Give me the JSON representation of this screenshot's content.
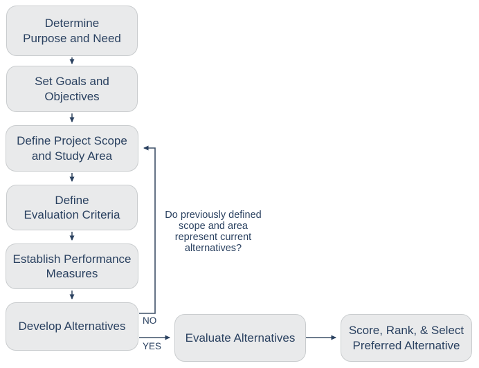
{
  "diagram": {
    "type": "flowchart",
    "colors": {
      "background": "#ffffff",
      "node_fill": "#e9eaeb",
      "node_border": "#c9ccce",
      "text": "#2a4160",
      "connector": "#3e5068"
    },
    "nodes": [
      {
        "id": "determine-purpose-and-need",
        "label": "Determine\nPurpose and Need"
      },
      {
        "id": "set-goals-and-objectives",
        "label": "Set Goals and\nObjectives"
      },
      {
        "id": "define-project-scope-and-study-area",
        "label": "Define Project Scope\nand Study Area"
      },
      {
        "id": "define-evaluation-criteria",
        "label": "Define\nEvaluation Criteria"
      },
      {
        "id": "establish-performance-measures",
        "label": "Establish Performance\nMeasures"
      },
      {
        "id": "develop-alternatives",
        "label": "Develop Alternatives"
      },
      {
        "id": "evaluate-alternatives",
        "label": "Evaluate Alternatives"
      },
      {
        "id": "score-rank-select",
        "label": "Score, Rank, & Select\nPreferred Alternative"
      }
    ],
    "decision": {
      "question": "Do previously defined\nscope and area\nrepresent current\nalternatives?",
      "no_label": "NO",
      "yes_label": "YES"
    },
    "edges": [
      {
        "from": "Determine Purpose and Need",
        "to": "Set Goals and Objectives",
        "label": ""
      },
      {
        "from": "Set Goals and Objectives",
        "to": "Define Project Scope and Study Area",
        "label": ""
      },
      {
        "from": "Define Project Scope and Study Area",
        "to": "Define Evaluation Criteria",
        "label": ""
      },
      {
        "from": "Define Evaluation Criteria",
        "to": "Establish Performance Measures",
        "label": ""
      },
      {
        "from": "Establish Performance Measures",
        "to": "Develop Alternatives",
        "label": ""
      },
      {
        "from": "Develop Alternatives",
        "to": "Define Project Scope and Study Area",
        "label": "NO"
      },
      {
        "from": "Develop Alternatives",
        "to": "Evaluate Alternatives",
        "label": "YES"
      },
      {
        "from": "Evaluate Alternatives",
        "to": "Score, Rank, & Select Preferred Alternative",
        "label": ""
      }
    ]
  }
}
